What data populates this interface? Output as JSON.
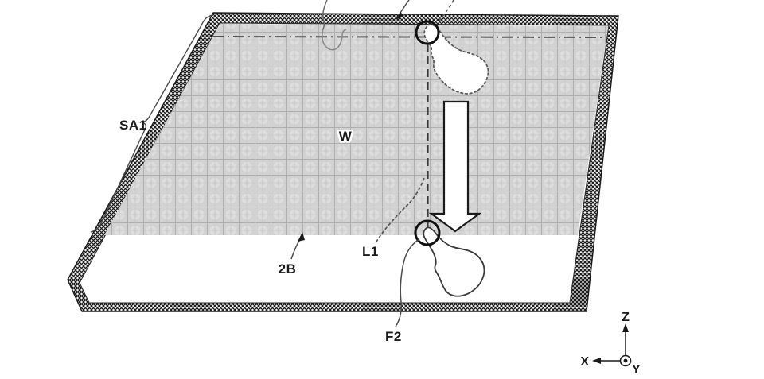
{
  "figure": {
    "kind": "patent-line-drawing",
    "description": "Vehicle window panel with roller-shade area, fold line, touch points and coordinate axes",
    "labels": {
      "frame_section": "SA1",
      "shade_area": "W",
      "shade_bottom_edge": "2B",
      "fold_line": "L1",
      "touch_point_bottom": "F2"
    },
    "axes": {
      "x": "X",
      "y": "Y",
      "z": "Z"
    },
    "colors": {
      "background": "#ffffff",
      "shade_fill": "#d2d2d2",
      "shade_grid": "#a9a9a9",
      "frame_hatch": "#1c1c1c",
      "outline": "#1a1a1a",
      "dash_line": "#555555"
    }
  }
}
